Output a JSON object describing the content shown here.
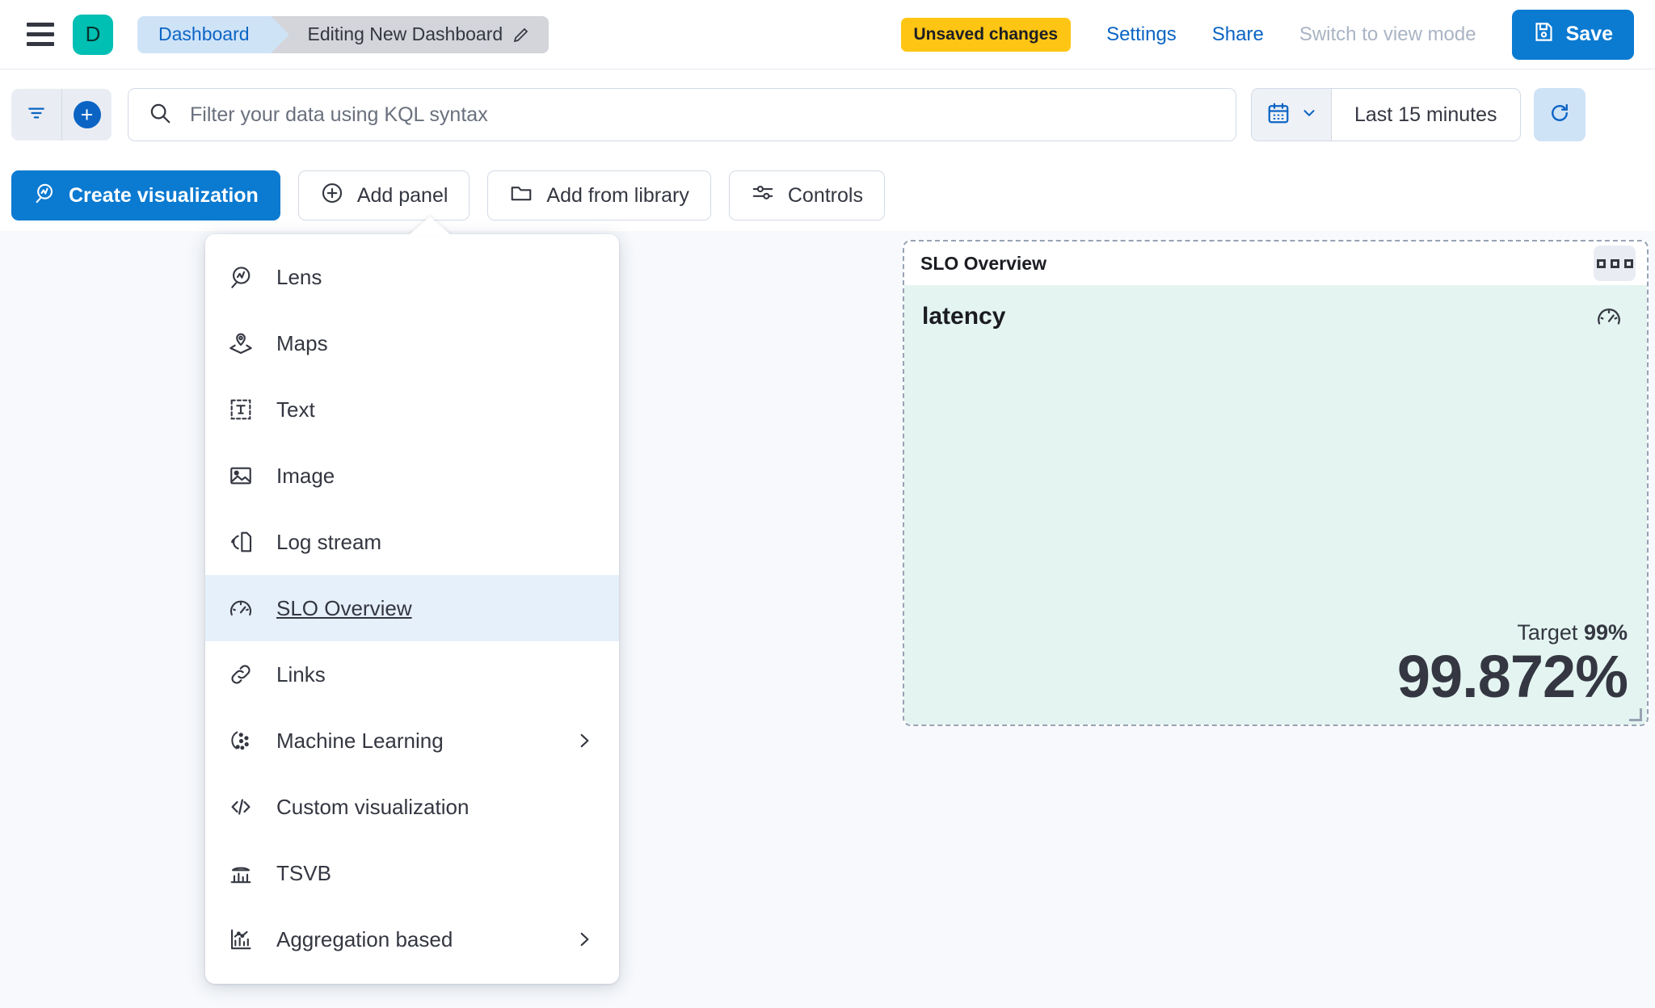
{
  "header": {
    "menu_icon": "hamburger-icon",
    "space_avatar": "D",
    "breadcrumbs": [
      {
        "label": "Dashboard",
        "icon": ""
      },
      {
        "label": "Editing New Dashboard",
        "icon": "pencil-icon"
      }
    ],
    "unsaved_badge": "Unsaved changes",
    "settings_label": "Settings",
    "share_label": "Share",
    "view_mode_label": "Switch to view mode",
    "save_label": "Save",
    "save_icon": "floppy-disk-icon"
  },
  "querybar": {
    "filter_icon": "filter-icon",
    "add_filter_icon": "plus-icon",
    "search_icon": "search-icon",
    "search_placeholder": "Filter your data using KQL syntax",
    "search_value": "",
    "calendar_icon": "calendar-icon",
    "chevron_icon": "chevron-down-icon",
    "time_range": "Last 15 minutes",
    "refresh_icon": "refresh-icon"
  },
  "toolbar": {
    "create_visualization": "Create visualization",
    "add_panel": "Add panel",
    "add_from_library": "Add from library",
    "controls": "Controls"
  },
  "add_panel_menu": {
    "items": [
      {
        "label": "Lens",
        "icon": "lens-icon",
        "has_submenu": false,
        "selected": false
      },
      {
        "label": "Maps",
        "icon": "map-marker-icon",
        "has_submenu": false,
        "selected": false
      },
      {
        "label": "Text",
        "icon": "text-icon",
        "has_submenu": false,
        "selected": false
      },
      {
        "label": "Image",
        "icon": "image-icon",
        "has_submenu": false,
        "selected": false
      },
      {
        "label": "Log stream",
        "icon": "log-stream-icon",
        "has_submenu": false,
        "selected": false
      },
      {
        "label": "SLO Overview",
        "icon": "gauge-icon",
        "has_submenu": false,
        "selected": true
      },
      {
        "label": "Links",
        "icon": "link-icon",
        "has_submenu": false,
        "selected": false
      },
      {
        "label": "Machine Learning",
        "icon": "ml-icon",
        "has_submenu": true,
        "selected": false
      },
      {
        "label": "Custom visualization",
        "icon": "code-icon",
        "has_submenu": false,
        "selected": false
      },
      {
        "label": "TSVB",
        "icon": "tsvb-icon",
        "has_submenu": false,
        "selected": false
      },
      {
        "label": "Aggregation based",
        "icon": "agg-chart-icon",
        "has_submenu": true,
        "selected": false
      }
    ]
  },
  "slo_panel": {
    "title": "SLO Overview",
    "context_menu_icon": "panel-context-menu-icon",
    "slo_name": "latency",
    "badge_icon": "gauge-icon",
    "target_label": "Target",
    "target_value": "99%",
    "sli_value": "99.872%"
  },
  "colors": {
    "primary_blue": "#0b7ad1",
    "link_blue": "#0b64c4",
    "warning_yellow": "#fec514",
    "space_teal": "#00bfb3",
    "panel_mint": "#e4f4f1",
    "selected_row": "#e6f0fa"
  }
}
